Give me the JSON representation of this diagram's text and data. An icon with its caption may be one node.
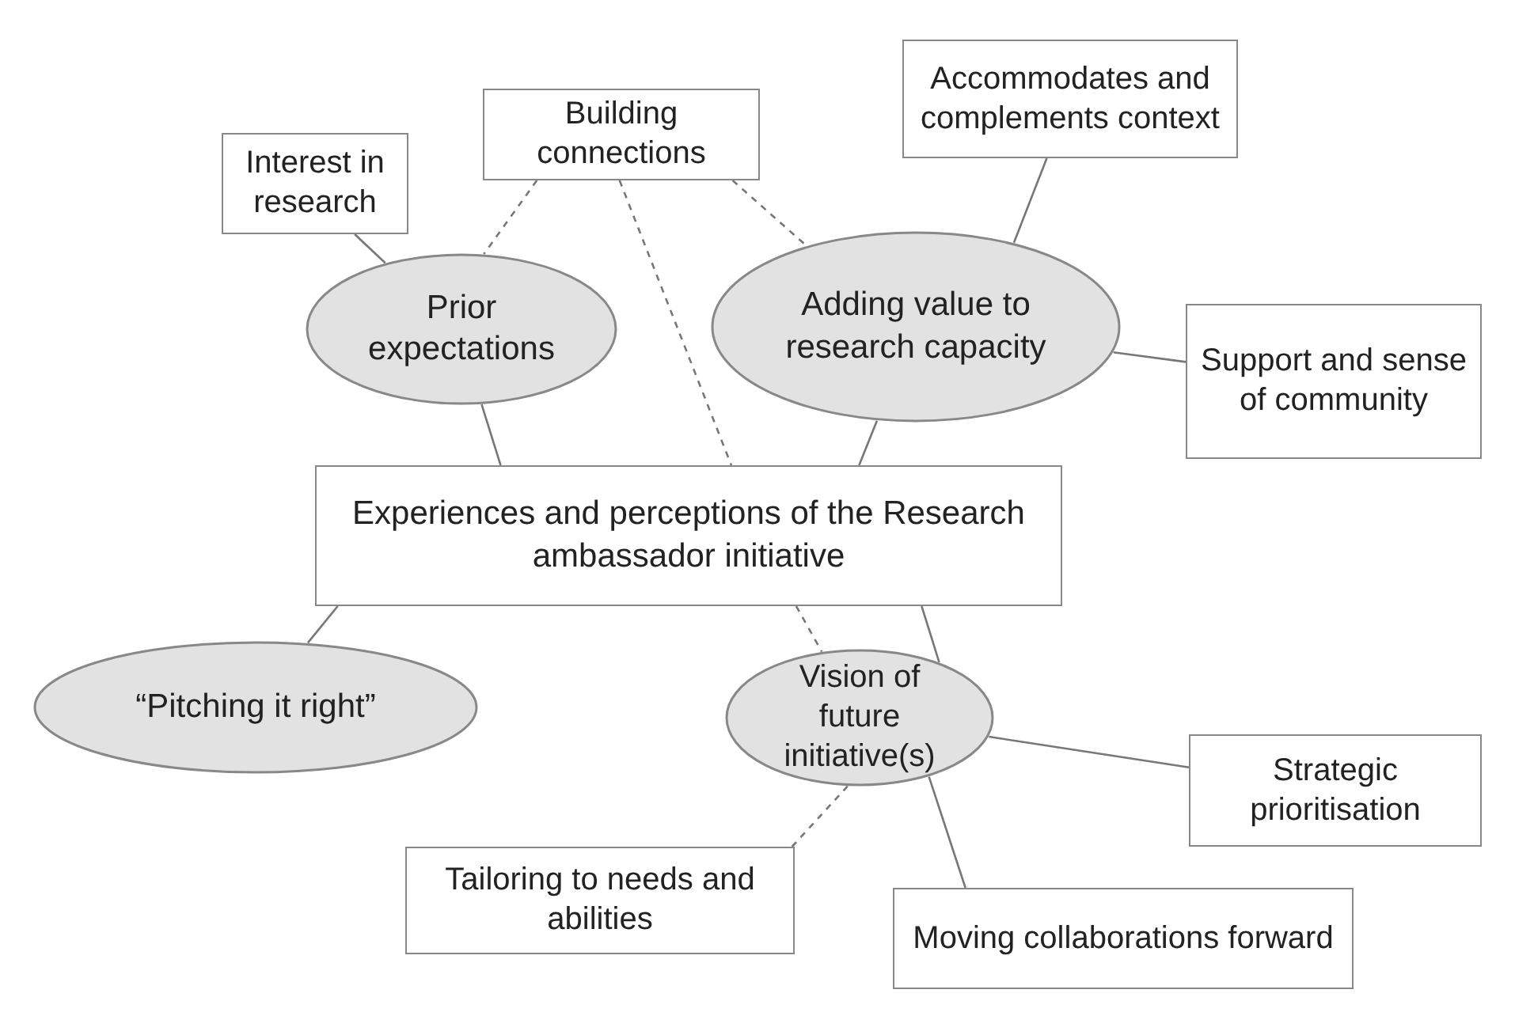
{
  "diagram": {
    "nodes": [
      {
        "text": [
          "Interest in research"
        ]
      },
      {
        "text": [
          "Building connections"
        ]
      },
      {
        "text": [
          "Accommodates and complements context"
        ]
      },
      {
        "text": [
          "Prior expectations"
        ]
      },
      {
        "text": [
          "Adding value to research capacity"
        ]
      },
      {
        "text": [
          "Support and sense of community"
        ]
      },
      {
        "text": [
          "Experiences and perceptions of the Research ambassador initiative"
        ]
      },
      {
        "text": [
          "“Pitching it right”"
        ]
      },
      {
        "text": [
          "Vision of future initiative(s)"
        ]
      },
      {
        "text": [
          "Strategic prioritisation"
        ]
      },
      {
        "text": [
          "Tailoring to needs and abilities"
        ]
      },
      {
        "text": [
          "Moving collaborations forward"
        ]
      }
    ],
    "edges": [
      {
        "from": 0,
        "to": 3,
        "arrow": "none"
      },
      {
        "from": 1,
        "to": 3,
        "arrow": "none",
        "style": "dashed"
      },
      {
        "from": 1,
        "to": 4,
        "arrow": "none",
        "style": "dashed"
      },
      {
        "from": 1,
        "to": 6,
        "arrow": "none",
        "style": "dashed"
      },
      {
        "from": 2,
        "to": 4,
        "arrow": "none"
      },
      {
        "from": 5,
        "to": 4,
        "arrow": "none"
      },
      {
        "from": 3,
        "to": 6,
        "arrow": "none"
      },
      {
        "from": 4,
        "to": 6,
        "arrow": "none"
      },
      {
        "from": 6,
        "to": 7,
        "arrow": "none"
      },
      {
        "from": 6,
        "to": 8,
        "arrow": "none"
      },
      {
        "from": 6,
        "to": 8,
        "arrow": "none",
        "style": "dashed"
      },
      {
        "from": 10,
        "to": 8,
        "arrow": "none",
        "style": "dashed"
      },
      {
        "from": 8,
        "to": 9,
        "arrow": "none"
      },
      {
        "from": 8,
        "to": 11,
        "arrow": "none"
      }
    ]
  }
}
